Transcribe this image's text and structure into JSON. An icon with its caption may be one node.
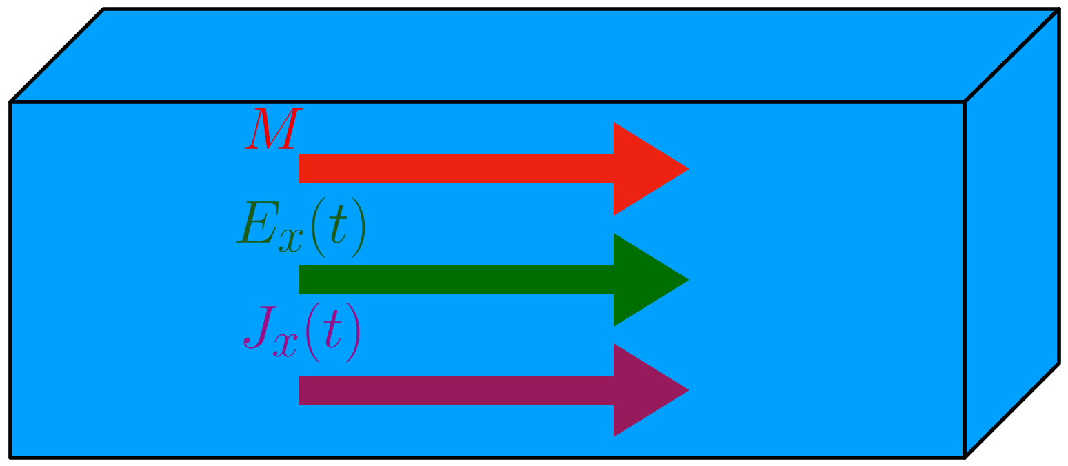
{
  "diagram": {
    "labels": [
      "M",
      "E_x(t)",
      "J_x(t)"
    ]
  }
}
